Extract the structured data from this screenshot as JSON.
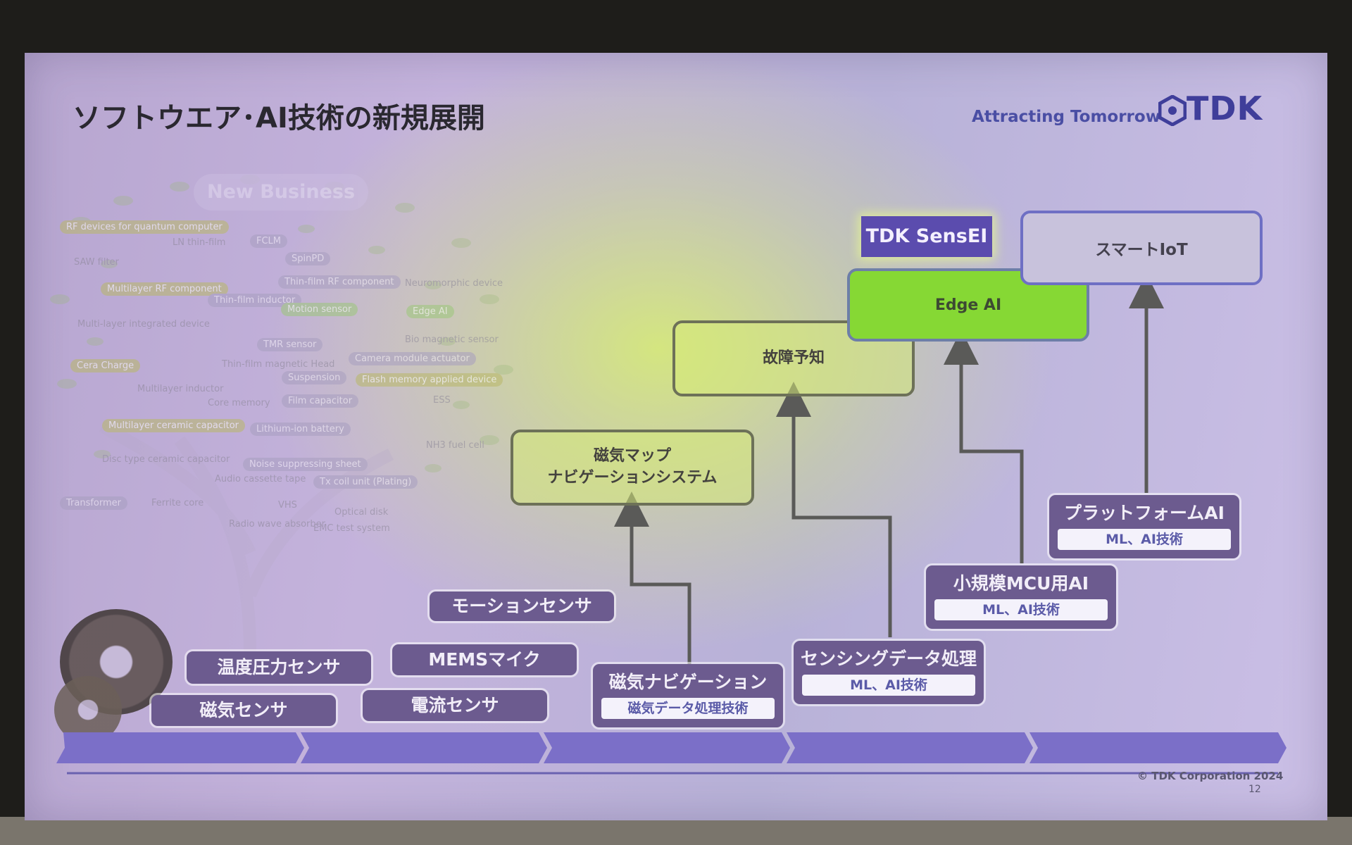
{
  "slide": {
    "title": "ソフトウエア･AI技術の新規展開",
    "tagline": "Attracting Tomorrow",
    "logo_text": "TDK",
    "copyright": "© TDK Corporation 2024",
    "page_number": "12"
  },
  "background_tree": {
    "bubble": "New Business",
    "labels": [
      "RF devices for quantum computer",
      "LN thin-film",
      "FCLM",
      "SpinPD",
      "SAW filter",
      "Multilayer RF component",
      "Thin-film RF component",
      "Neuromorphic device",
      "Thin-film inductor",
      "Motion sensor",
      "Edge AI",
      "Multi-layer integrated device",
      "TMR sensor",
      "Bio magnetic sensor",
      "Cera Charge",
      "Camera module actuator",
      "Thin-film magnetic Head",
      "Suspension",
      "Flash memory applied device",
      "Multilayer inductor",
      "Film capacitor",
      "ESS",
      "Core memory",
      "Multilayer ceramic capacitor",
      "Lithium-ion battery",
      "NH3 fuel cell",
      "Disc type ceramic capacitor",
      "Noise suppressing sheet",
      "Audio cassette tape",
      "Tx coil unit (Plating)",
      "Transformer",
      "Ferrite core",
      "VHS",
      "Optical disk",
      "Radio wave absorber",
      "EMC test system"
    ]
  },
  "sensors": {
    "temp_pressure": "温度圧力センサ",
    "magnetic": "磁気センサ",
    "mems_mic": "MEMSマイク",
    "current": "電流センサ",
    "motion": "モーションセンサ"
  },
  "tech_boxes": {
    "mag_nav": {
      "title": "磁気ナビゲーション",
      "sub": "磁気データ処理技術"
    },
    "sensing": {
      "title": "センシングデータ処理",
      "sub": "ML、AI技術"
    },
    "mcu_ai": {
      "title": "小規模MCU用AI",
      "sub": "ML、AI技術"
    },
    "platform_ai": {
      "title": "プラットフォームAI",
      "sub": "ML、AI技術"
    }
  },
  "solutions": {
    "mag_map": "磁気マップ\nナビゲーションシステム",
    "fault_prediction": "故障予知",
    "edge_ai": "Edge AI",
    "smart_iot": "スマートIoT",
    "sensei": "TDK SensEI"
  },
  "colors": {
    "purple_box": "#6c5b8f",
    "edge_green": "#86d834",
    "sensei_purple": "#5b4cae",
    "arrow_bar": "#7b6fc8",
    "brand_blue": "#3f3e9a"
  }
}
